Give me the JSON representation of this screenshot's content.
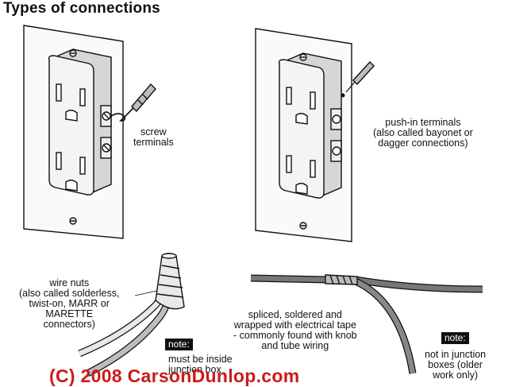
{
  "title": "Types of connections",
  "labels": {
    "screw": [
      "screw",
      "terminals"
    ],
    "pushin": [
      "push-in terminals",
      "(also called bayonet or",
      "dagger connections)"
    ],
    "wirenuts": [
      "wire nuts",
      "(also called solderless,",
      "twist-on, MARR or",
      "MARETTE",
      "connectors)"
    ],
    "spliced": [
      "spliced, soldered and",
      "wrapped with electrical tape",
      "- commonly found with knob",
      "and tube wiring"
    ],
    "note_left": [
      "must be inside",
      "junction box"
    ],
    "note_right": [
      "not in junction",
      "boxes (older",
      "work only)"
    ]
  },
  "note_badge": "note:",
  "credit": "(C) 2008 CarsonDunlop.com",
  "colors": {
    "credit": "#cc1a1a",
    "line": "#111111",
    "fill_light": "#f2f2f2",
    "fill_mid": "#d9d9d9"
  }
}
